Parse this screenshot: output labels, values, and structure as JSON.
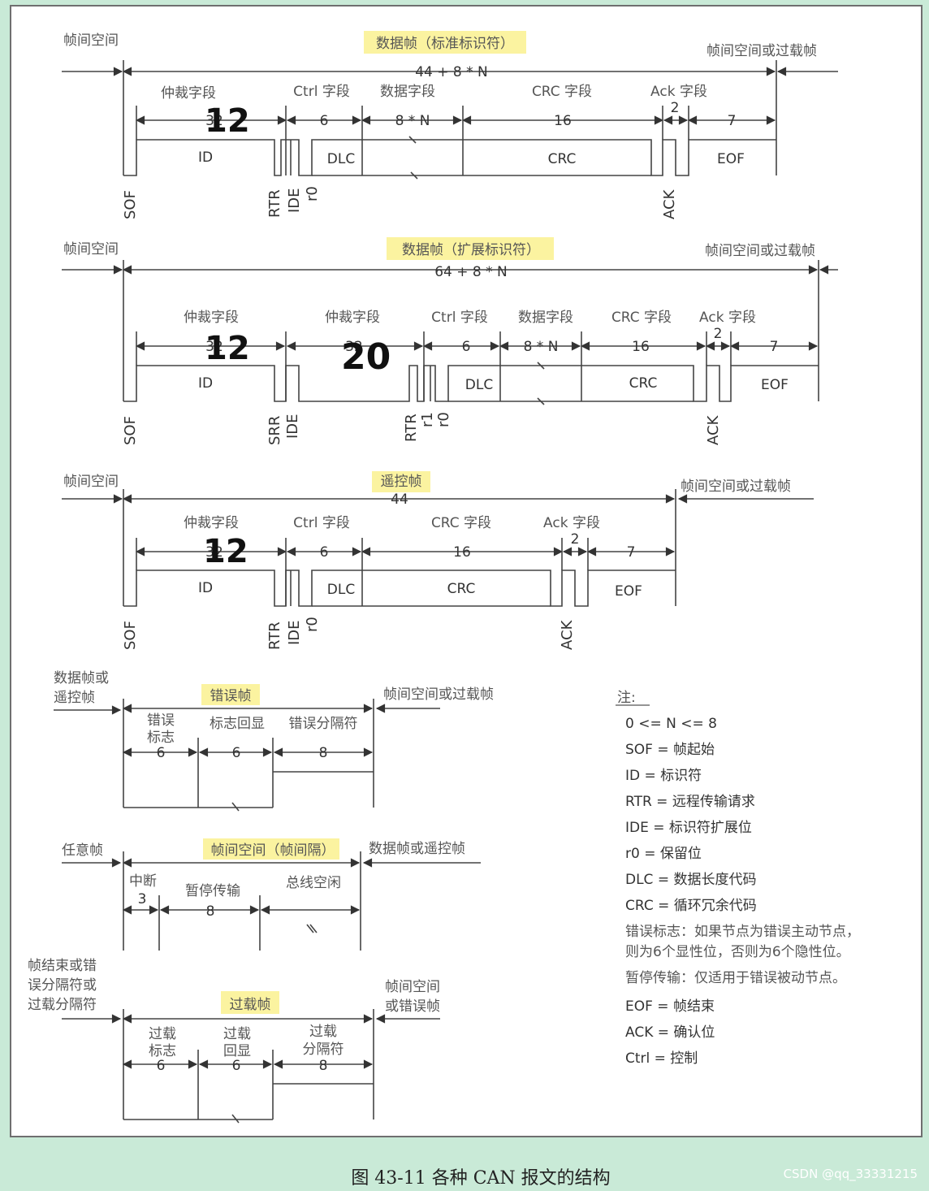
{
  "frames": [
    {
      "title": "数据帧（标准标识符）",
      "left_label": "帧间空间",
      "right_label": "帧间空间或过载帧",
      "total": "44 + 8 * N",
      "fields": [
        "仲裁字段",
        "Ctrl 字段",
        "数据字段",
        "CRC 字段",
        "Ack 字段"
      ],
      "bits": [
        "32",
        "6",
        "8 * N",
        "16",
        "2",
        "7"
      ],
      "boxes": [
        "ID",
        "DLC",
        "CRC",
        "EOF"
      ],
      "bits_labels": [
        "SOF",
        "RTR",
        "IDE",
        "r0",
        "ACK"
      ],
      "handwritten": [
        "12"
      ]
    },
    {
      "title": "数据帧（扩展标识符）",
      "left_label": "帧间空间",
      "right_label": "帧间空间或过载帧",
      "total": "64 + 8 * N",
      "fields": [
        "仲裁字段",
        "仲裁字段",
        "Ctrl 字段",
        "数据字段",
        "CRC 字段",
        "Ack 字段"
      ],
      "bits": [
        "32",
        "32",
        "6",
        "8 * N",
        "16",
        "2",
        "7"
      ],
      "boxes": [
        "ID",
        "DLC",
        "CRC",
        "EOF"
      ],
      "bits_labels": [
        "SOF",
        "SRR",
        "IDE",
        "RTR",
        "r1",
        "r0",
        "ACK"
      ],
      "handwritten": [
        "12",
        "20"
      ]
    },
    {
      "title": "遥控帧",
      "left_label": "帧间空间",
      "right_label": "帧间空间或过载帧",
      "total": "44",
      "fields": [
        "仲裁字段",
        "Ctrl 字段",
        "CRC 字段",
        "Ack 字段"
      ],
      "bits": [
        "32",
        "6",
        "16",
        "2",
        "7"
      ],
      "boxes": [
        "ID",
        "DLC",
        "CRC",
        "EOF"
      ],
      "bits_labels": [
        "SOF",
        "RTR",
        "IDE",
        "r0",
        "ACK"
      ],
      "handwritten": [
        "12"
      ]
    },
    {
      "title": "错误帧",
      "left_label_lines": [
        "数据帧或",
        "遥控帧"
      ],
      "right_label": "帧间空间或过载帧",
      "field_lines": [
        [
          "错误",
          "标志"
        ],
        [
          "标志回显"
        ],
        [
          "错误分隔符"
        ]
      ],
      "bits": [
        "6",
        "6",
        "8"
      ]
    },
    {
      "title": "帧间空间（帧间隔）",
      "left_label": "任意帧",
      "right_label": "数据帧或遥控帧",
      "fields": [
        "中断",
        "暂停传输",
        "总线空闲"
      ],
      "bits": [
        "3",
        "8"
      ]
    },
    {
      "title": "过载帧",
      "left_label_lines": [
        "帧结束或错",
        "误分隔符或",
        "过载分隔符"
      ],
      "right_label_lines": [
        "帧间空间",
        "或错误帧"
      ],
      "field_lines": [
        [
          "过载",
          "标志"
        ],
        [
          "过载",
          "回显"
        ],
        [
          "过载",
          "分隔符"
        ]
      ],
      "bits": [
        "6",
        "6",
        "8"
      ]
    }
  ],
  "notes": {
    "title": "注:",
    "lines": [
      "0 <= N <= 8",
      "SOF = 帧起始",
      "ID = 标识符",
      "RTR = 远程传输请求",
      "IDE = 标识符扩展位",
      "r0 = 保留位",
      "DLC = 数据长度代码",
      "CRC = 循环冗余代码",
      "错误标志：如果节点为错误主动节点，",
      "则为6个显性位，否则为6个隐性位。",
      "暂停传输：仅适用于错误被动节点。",
      "EOF = 帧结束",
      "ACK = 确认位",
      "Ctrl = 控制"
    ]
  },
  "caption": "图 43-11 各种 CAN 报文的结构",
  "watermark": "CSDN @qq_33331215",
  "colors": {
    "highlight": "#fbf3a0",
    "background": "#c9ead7",
    "line": "#444444"
  }
}
